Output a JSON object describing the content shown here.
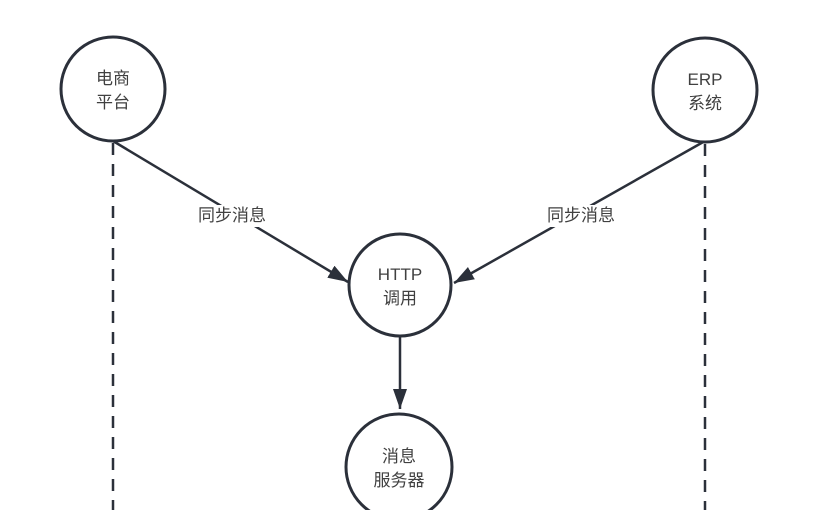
{
  "diagram": {
    "background_color": "#ffffff",
    "stroke_color": "#2b303a",
    "text_color": "#404040",
    "nodes": {
      "ecommerce": {
        "line1": "电商",
        "line2": "平台"
      },
      "erp": {
        "line1": "ERP",
        "line2": "系统"
      },
      "http": {
        "line1": "HTTP",
        "line2": "调用"
      },
      "broker": {
        "line1": "消息",
        "line2": "服务器"
      }
    },
    "edges": {
      "ecommerce_to_http": {
        "label": "同步消息"
      },
      "erp_to_http": {
        "label": "同步消息"
      }
    }
  }
}
